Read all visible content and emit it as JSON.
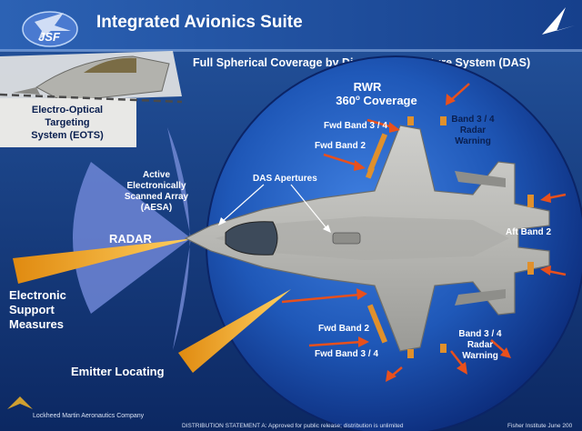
{
  "header": {
    "logo_text": "JSF",
    "title": "Integrated Avionics Suite",
    "subtitle": "Full Spherical Coverage by Distributed Aperture System (DAS)"
  },
  "labels": {
    "eots": [
      "Electro-Optical",
      "Targeting",
      "System (EOTS)"
    ],
    "rwr": [
      "RWR",
      "360",
      "o",
      " Coverage"
    ],
    "fwd_band_34_top": "Fwd Band 3 / 4",
    "fwd_band_2_top": "Fwd Band 2",
    "band_34_radar_top": [
      "Band 3 / 4",
      "Radar",
      "Warning"
    ],
    "aesa": [
      "Active",
      "Electronically",
      "Scanned Array",
      "(AESA)"
    ],
    "das_apertures": "DAS Apertures",
    "radar": "RADAR",
    "aft_band_2": "Aft Band 2",
    "esm": [
      "Electronic",
      "Support",
      "Measures"
    ],
    "fwd_band_2_bottom": "Fwd Band 2",
    "fwd_band_34_bottom": "Fwd Band 3 / 4",
    "band_34_radar_bottom": [
      "Band 3 / 4",
      "Radar",
      "Warning"
    ],
    "emitter_locating": "Emitter Locating"
  },
  "footer": {
    "company": "Lockheed Martin Aeronautics Company",
    "distribution": "DISTRIBUTION STATEMENT A: Approved for public release; distribution is unlimited",
    "credit": "Fisher Institute June 200"
  },
  "colors": {
    "background": "#0f2f6e",
    "header_bar": "#1d4d9c",
    "coverage_sphere": "#1f58b8",
    "radar_cone": "#6f86d6",
    "esm_beam": "#f0a020",
    "threat_arrow": "#e8501c",
    "aperture": "#e0902c"
  }
}
